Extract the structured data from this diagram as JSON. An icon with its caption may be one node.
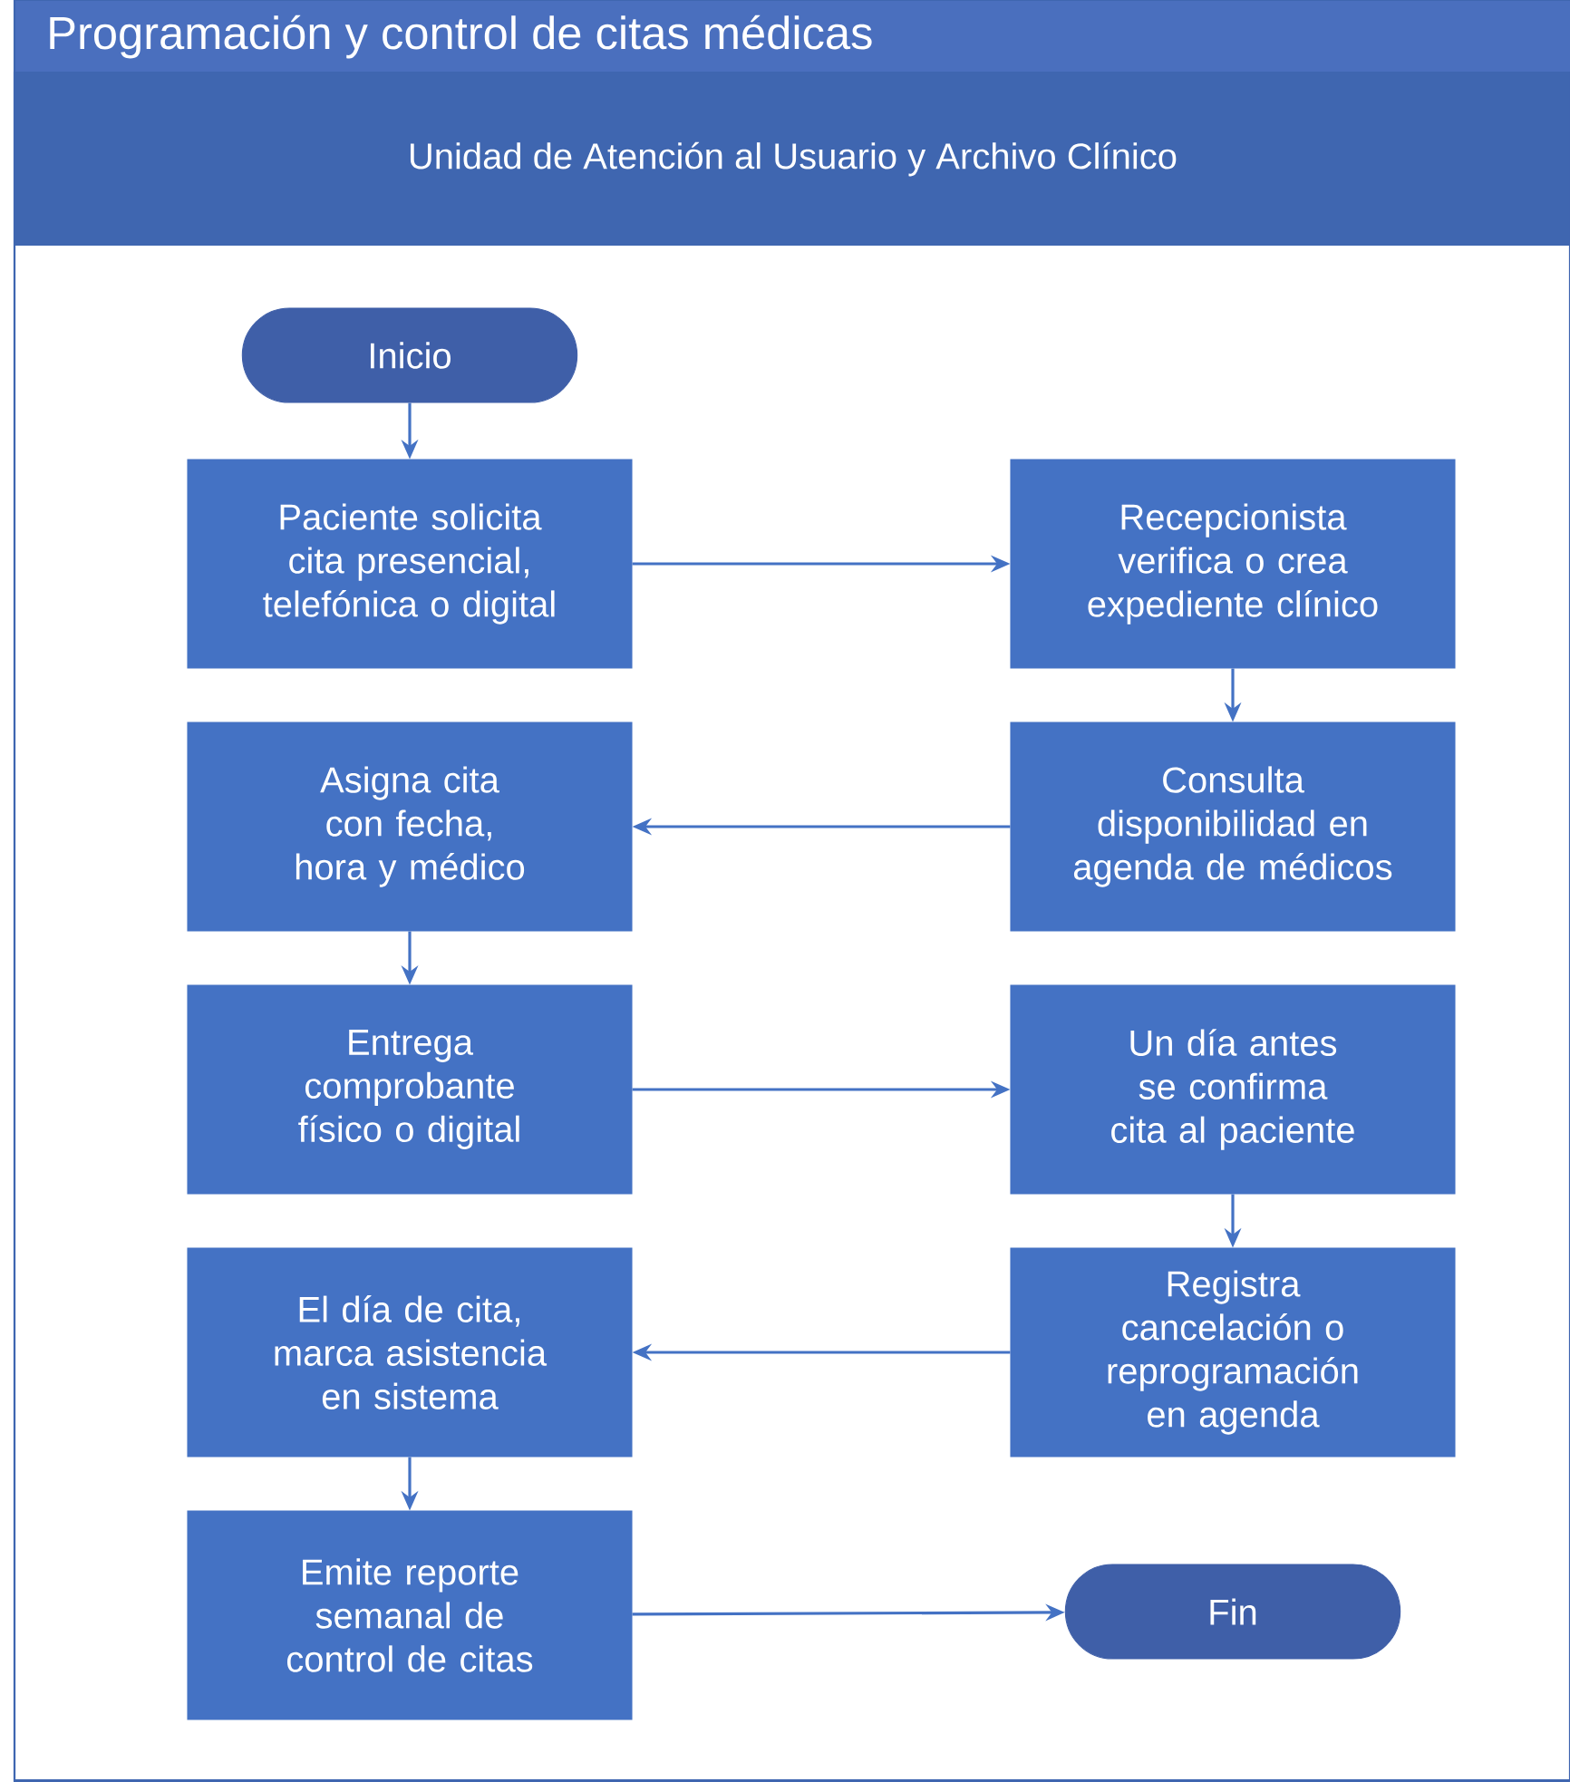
{
  "diagram": {
    "nodes": [
      {
        "text": [
          "Programación y control de citas médicas"
        ]
      },
      {
        "text": [
          "Unidad de Atención al Usuario y Archivo Clínico"
        ],
        "in": 0
      },
      {
        "text": [
          "Inicio"
        ],
        "in": 1
      },
      {
        "text": [
          "Paciente solicita cita presencial, telefónica o digital"
        ],
        "in": 1
      },
      {
        "text": [
          "Recepcionista verifica o crea expediente clínico"
        ],
        "in": 1
      },
      {
        "text": [
          "Consulta disponibilidad en agenda de médicos"
        ],
        "in": 1
      },
      {
        "text": [
          "Asigna cita con fecha, hora y médico"
        ],
        "in": 1
      },
      {
        "text": [
          "Entrega comprobante físico o digital"
        ],
        "in": 1
      },
      {
        "text": [
          "Un día antes se confirma cita al paciente"
        ],
        "in": 1
      },
      {
        "text": [
          "Registra cancelación o reprogramación en agenda"
        ],
        "in": 1
      },
      {
        "text": [
          "El día de cita, marca asistencia en sistema"
        ],
        "in": 1
      },
      {
        "text": [
          "Emite reporte semanal de control de citas"
        ],
        "in": 1
      },
      {
        "text": [
          "Fin"
        ],
        "in": 1
      }
    ],
    "edges": [
      {
        "from": 2,
        "to": 3,
        "arrow": "to"
      },
      {
        "from": 3,
        "to": 4,
        "arrow": "to"
      },
      {
        "from": 4,
        "to": 5,
        "arrow": "to"
      },
      {
        "from": 5,
        "to": 6,
        "arrow": "to"
      },
      {
        "from": 6,
        "to": 7,
        "arrow": "to"
      },
      {
        "from": 7,
        "to": 8,
        "arrow": "to"
      },
      {
        "from": 8,
        "to": 9,
        "arrow": "to"
      },
      {
        "from": 9,
        "to": 10,
        "arrow": "to"
      },
      {
        "from": 10,
        "to": 11,
        "arrow": "to"
      },
      {
        "from": 11,
        "to": 12,
        "arrow": "to"
      }
    ]
  }
}
